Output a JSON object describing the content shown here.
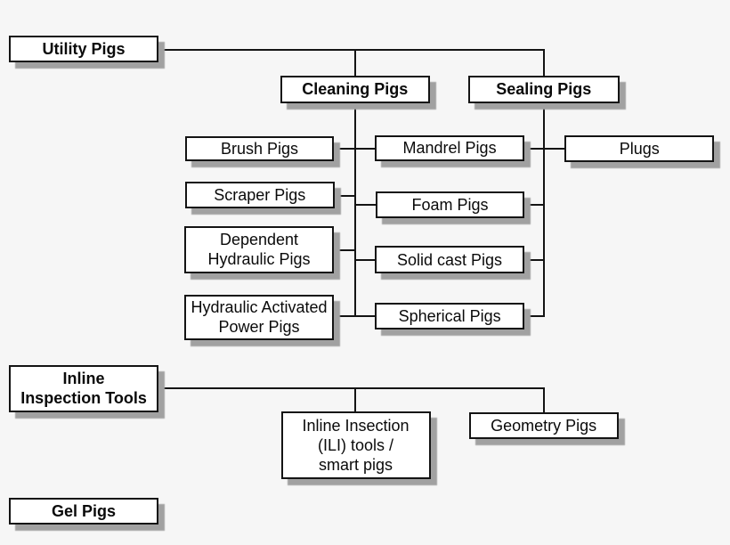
{
  "diagram": {
    "type": "hierarchy-flowchart",
    "subject": "Pipeline pig classification",
    "background_color": "#f6f6f6",
    "node_fill_color": "#ffffff",
    "node_border_color": "#141414",
    "node_shadow_color": "#a1a1a1",
    "connector_color": "#141414",
    "nodes": {
      "utility": {
        "label": "Utility Pigs",
        "style": "bold"
      },
      "cleaning": {
        "label": "Cleaning Pigs",
        "style": "bold"
      },
      "sealing": {
        "label": "Sealing Pigs",
        "style": "bold"
      },
      "brush": {
        "label": "Brush Pigs",
        "style": "regular"
      },
      "mandrel": {
        "label": "Mandrel Pigs",
        "style": "regular"
      },
      "plugs": {
        "label": "Plugs",
        "style": "regular"
      },
      "scraper": {
        "label": "Scraper Pigs",
        "style": "regular"
      },
      "foam": {
        "label": "Foam Pigs",
        "style": "regular"
      },
      "dependent": {
        "label": "Dependent\nHydraulic Pigs",
        "style": "regular"
      },
      "solid_cast": {
        "label": "Solid cast Pigs",
        "style": "regular"
      },
      "hydraulic_activated": {
        "label": "Hydraulic Activated\nPower Pigs",
        "style": "regular"
      },
      "spherical": {
        "label": "Spherical Pigs",
        "style": "regular"
      },
      "inline_inspection": {
        "label": "Inline\nInspection Tools",
        "style": "bold"
      },
      "ili": {
        "label": "Inline Insection\n(ILI) tools /\nsmart pigs",
        "style": "regular"
      },
      "geometry": {
        "label": "Geometry Pigs",
        "style": "regular"
      },
      "gel": {
        "label": "Gel Pigs",
        "style": "bold"
      }
    },
    "edges": [
      [
        "Utility Pigs",
        "Cleaning Pigs"
      ],
      [
        "Utility Pigs",
        "Sealing Pigs"
      ],
      [
        "Cleaning Pigs",
        "Brush Pigs"
      ],
      [
        "Cleaning Pigs",
        "Scraper Pigs"
      ],
      [
        "Cleaning Pigs",
        "Dependent Hydraulic Pigs"
      ],
      [
        "Cleaning Pigs",
        "Hydraulic Activated Power Pigs"
      ],
      [
        "Cleaning Pigs",
        "Mandrel Pigs"
      ],
      [
        "Cleaning Pigs",
        "Foam Pigs"
      ],
      [
        "Cleaning Pigs",
        "Solid cast Pigs"
      ],
      [
        "Cleaning Pigs",
        "Spherical Pigs"
      ],
      [
        "Sealing Pigs",
        "Mandrel Pigs"
      ],
      [
        "Sealing Pigs",
        "Foam Pigs"
      ],
      [
        "Sealing Pigs",
        "Solid cast Pigs"
      ],
      [
        "Sealing Pigs",
        "Spherical Pigs"
      ],
      [
        "Mandrel Pigs",
        "Plugs"
      ],
      [
        "Inline Inspection Tools",
        "Inline Insection (ILI) tools / smart pigs"
      ],
      [
        "Inline Inspection Tools",
        "Geometry Pigs"
      ]
    ]
  }
}
